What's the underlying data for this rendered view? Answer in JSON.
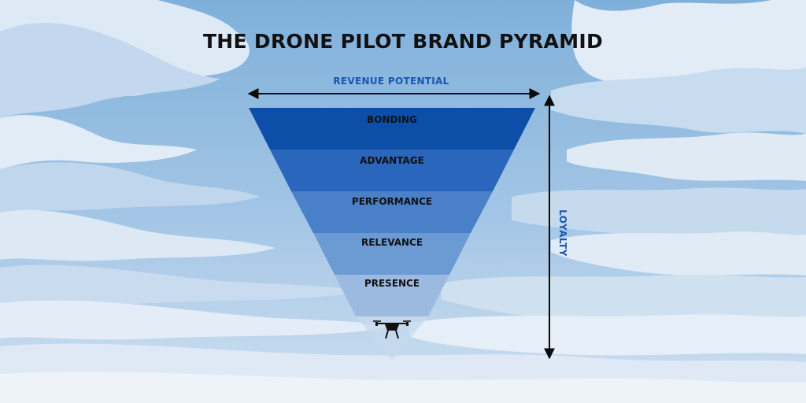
{
  "title": "THE DRONE PILOT BRAND PYRAMID",
  "top_axis_label": "REVENUE POTENTIAL",
  "side_axis_label": "LOYALTY",
  "levels": [
    {
      "label": "BONDING",
      "color": "#0d4ea8"
    },
    {
      "label": "ADVANTAGE",
      "color": "#2a66bb"
    },
    {
      "label": "PERFORMANCE",
      "color": "#4a80c8"
    },
    {
      "label": "RELEVANCE",
      "color": "#6c9ad3"
    },
    {
      "label": "PRESENCE",
      "color": "#9cb9df"
    }
  ],
  "tip_color": "#c6d8ee",
  "accent_color": "#1a56b0",
  "drone_icon": "drone-icon"
}
